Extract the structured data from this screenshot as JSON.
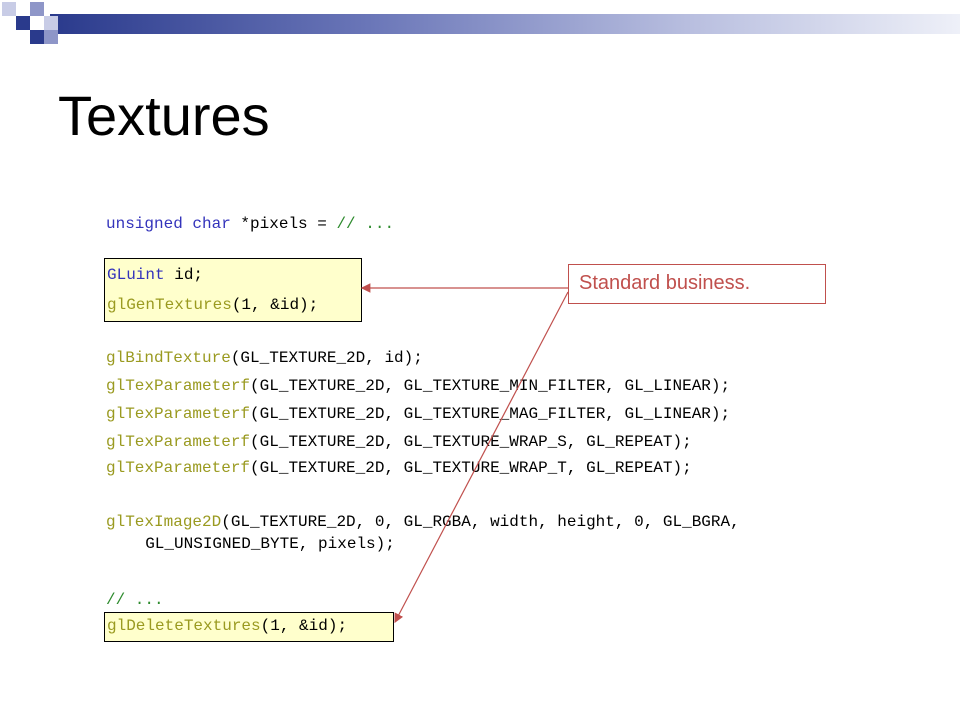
{
  "slide": {
    "title": "Textures",
    "callout": "Standard business."
  },
  "code": {
    "line1": {
      "t1": "unsigned",
      "t2": " ",
      "t3": "char",
      "t4": " *pixels = ",
      "t5": "// ..."
    },
    "line2": {
      "t1": "GLuint",
      "t2": " id;"
    },
    "line3": {
      "t1": "glGenTextures",
      "t2": "(1, &id);"
    },
    "line4": {
      "t1": "glBindTexture",
      "t2": "(GL_TEXTURE_2D, id);"
    },
    "line5": {
      "t1": "glTexParameterf",
      "t2": "(GL_TEXTURE_2D, GL_TEXTURE_MIN_FILTER, GL_LINEAR);"
    },
    "line6": {
      "t1": "glTexParameterf",
      "t2": "(GL_TEXTURE_2D, GL_TEXTURE_MAG_FILTER, GL_LINEAR);"
    },
    "line7": {
      "t1": "glTexParameterf",
      "t2": "(GL_TEXTURE_2D, GL_TEXTURE_WRAP_S, GL_REPEAT);"
    },
    "line8": {
      "t1": "glTexParameterf",
      "t2": "(GL_TEXTURE_2D, GL_TEXTURE_WRAP_T, GL_REPEAT);"
    },
    "line9": {
      "t1": "glTexImage2D",
      "t2": "(GL_TEXTURE_2D, 0, GL_RGBA, width, height, 0, GL_BGRA,"
    },
    "line10": {
      "t1": "  GL_UNSIGNED_BYTE, pixels);"
    },
    "line11": {
      "t1": "// ..."
    },
    "line12": {
      "t1": "glDeleteTextures",
      "t2": "(1, &id);"
    }
  },
  "colors": {
    "keyword": "#3333bb",
    "function": "#9a9a20",
    "comment": "#2e8b2e",
    "highlight": "#ffffcc",
    "callout": "#c0504d",
    "banner": "#2a3a8c"
  }
}
